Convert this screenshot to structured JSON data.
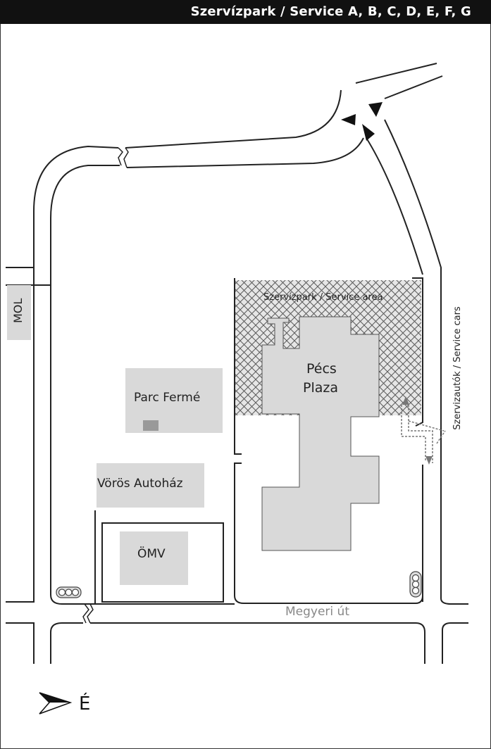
{
  "header": {
    "title": "Szervízpark / Service A, B, C, D, E, F, G"
  },
  "labels": {
    "mol": "MOL",
    "service_area": "Szervízpark / Service area",
    "plaza_line1": "Pécs",
    "plaza_line2": "Plaza",
    "parc_ferme": "Parc Fermé",
    "voros_autohaz": "Vörös Autoház",
    "omv": "ÖMV",
    "megyeri_ut": "Megyeri út",
    "service_cars": "Szervizautók / Service cars",
    "north": "É"
  },
  "colors": {
    "building_fill": "#d9d9d9",
    "road_line": "#222222",
    "hatch": "#555555",
    "header_bg": "#111111",
    "service_path": "#888888"
  },
  "icons": [
    "north-arrow-icon",
    "traffic-light-icon",
    "roundabout-icon",
    "road-break-icon"
  ]
}
